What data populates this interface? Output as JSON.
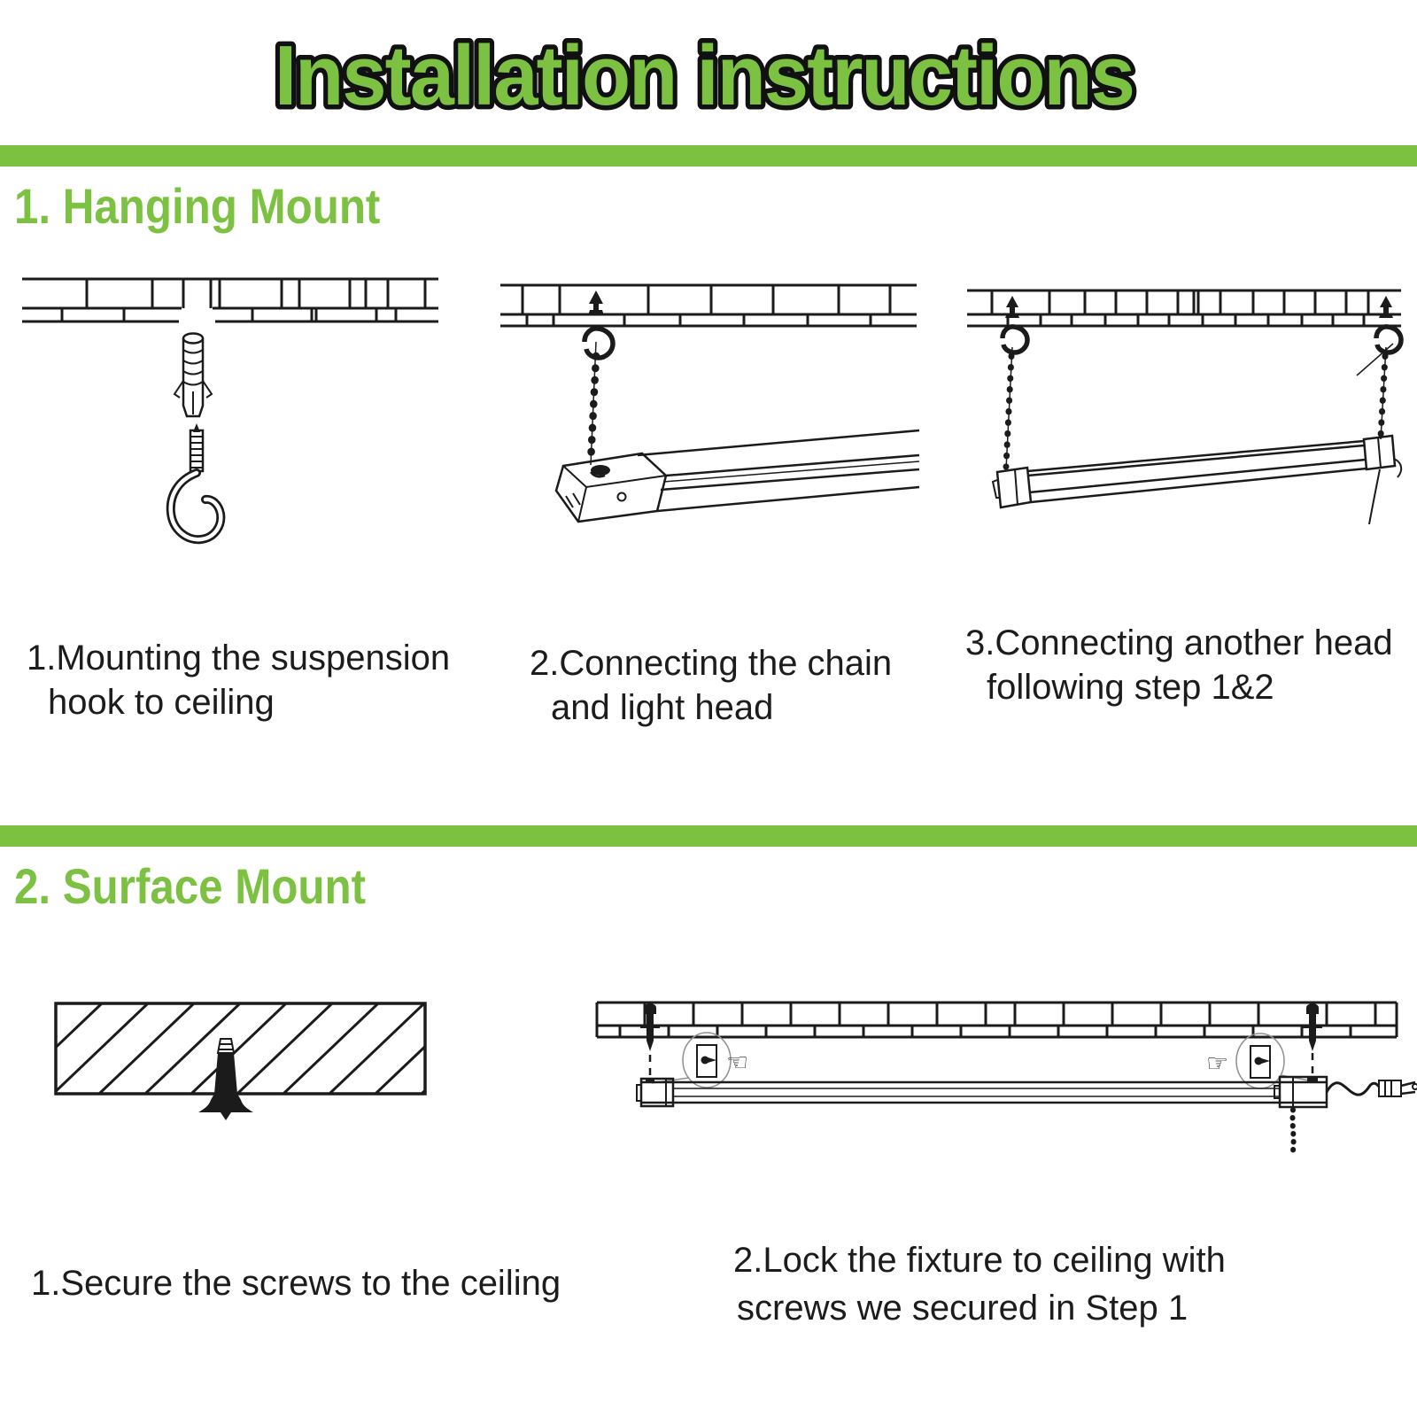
{
  "title": "Installation instructions",
  "colors": {
    "accent_green": "#7cc142",
    "ink": "#1b1b1b",
    "outline_black": "#111111"
  },
  "icons": {
    "pointing_hand_left": "☜",
    "pointing_hand_right": "☞"
  },
  "sections": [
    {
      "heading": "1. Hanging Mount",
      "steps": [
        {
          "diagram": "suspension-hook-and-anchor",
          "lines": [
            "1.Mounting the suspension",
            "hook to ceiling"
          ]
        },
        {
          "diagram": "chain-connected-to-light-head",
          "lines": [
            "2.Connecting the chain",
            "and light head"
          ]
        },
        {
          "diagram": "two-chains-holding-fixture",
          "lines": [
            "3.Connecting another head",
            "following step 1&2"
          ]
        }
      ]
    },
    {
      "heading": "2. Surface Mount",
      "steps": [
        {
          "diagram": "screw-in-hatched-ceiling",
          "lines": [
            "1.Secure the screws to the ceiling"
          ]
        },
        {
          "diagram": "fixture-locked-to-ceiling",
          "lines": [
            "2.Lock the fixture to ceiling with",
            "screws we secured in Step 1"
          ]
        }
      ]
    }
  ]
}
